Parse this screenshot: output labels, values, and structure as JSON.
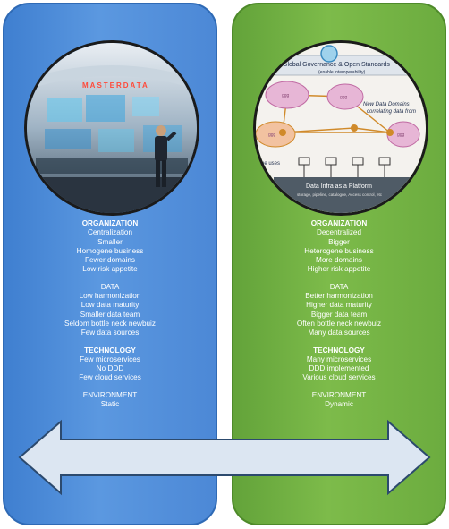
{
  "left": {
    "image_label": "MASTERDATA",
    "sections": [
      {
        "heading": "ORGANIZATION",
        "bold": true,
        "items": [
          "Centralization",
          "Smaller",
          "Homogene business",
          "Fewer  domains",
          "Low risk appetite"
        ]
      },
      {
        "heading": "DATA",
        "bold": false,
        "items": [
          "Low harmonization",
          "Low data maturity",
          "Smaller  data team",
          "Seldom bottle neck  newbuiz",
          "Few data sources"
        ]
      },
      {
        "heading": "TECHNOLOGY",
        "bold": true,
        "items": [
          "Few  microservices",
          "No DDD",
          "Few  cloud services"
        ]
      },
      {
        "heading": "ENVIRONMENT",
        "bold": false,
        "items": [
          "Static"
        ]
      }
    ]
  },
  "right": {
    "image_labels": {
      "governance": "Global Governance & Open Standards",
      "interop": "(enable interoperability)",
      "domains": "New Data Domains",
      "correlating": "correlating data from",
      "uses": "ne uses",
      "infra": "Data Infra as a Platform",
      "infra_sub": "storage, pipeline, catalogue, Access control, etc",
      "blob": "ggg"
    },
    "sections": [
      {
        "heading": "ORGANIZATION",
        "bold": true,
        "items": [
          "Decentralized",
          "Bigger",
          "Heterogene  business",
          "More domains",
          "Higher risk appetite"
        ]
      },
      {
        "heading": "DATA",
        "bold": false,
        "items": [
          "Better  harmonization",
          "Higher data maturity",
          "Bigger  data team",
          "Often bottle neck  newbuiz",
          "Many data sources"
        ]
      },
      {
        "heading": "TECHNOLOGY",
        "bold": true,
        "items": [
          "Many  microservices",
          "DDD implemented",
          "Various  cloud services"
        ]
      },
      {
        "heading": "ENVIRONMENT",
        "bold": false,
        "items": [
          "Dynamic"
        ]
      }
    ]
  },
  "colors": {
    "left_panel": "#4c88d6",
    "right_panel": "#6cac3f",
    "arrow_fill": "#dce6f2",
    "arrow_stroke": "#2c4a6e"
  }
}
